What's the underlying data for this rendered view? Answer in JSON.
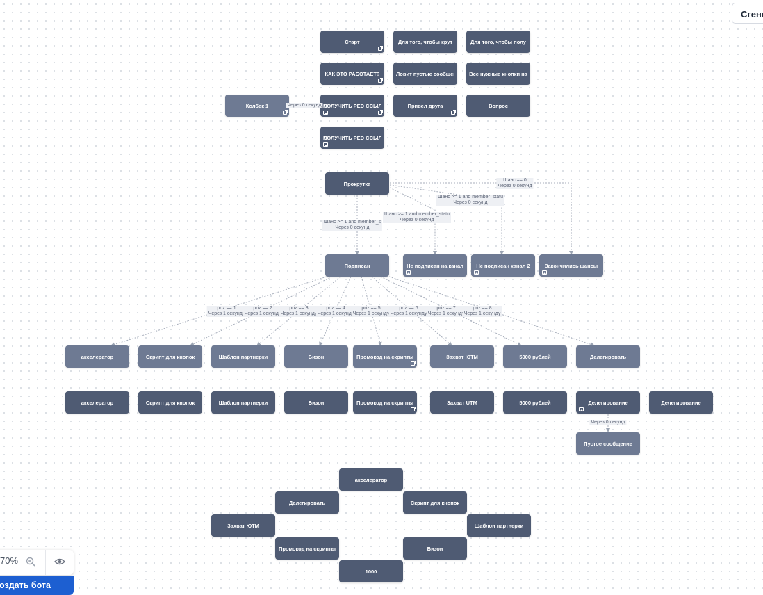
{
  "header": {
    "generate_label": "Сгенерировать"
  },
  "zoom": {
    "value": "70%"
  },
  "bottom": {
    "bot_button_label": "Создать бота"
  },
  "nodes": [
    {
      "id": "start",
      "label": "Старт",
      "icons": [
        "ext"
      ],
      "shade": "dark"
    },
    {
      "id": "krut",
      "label": "Для того, чтобы крут",
      "icons": [],
      "shade": "dark"
    },
    {
      "id": "polu",
      "label": "Для того, чтобы полу",
      "icons": [],
      "shade": "dark"
    },
    {
      "id": "kak",
      "label": "КАК ЭТО РАБОТАЕТ?",
      "icons": [
        "ext"
      ],
      "shade": "dark"
    },
    {
      "id": "lovit",
      "label": "Ловит пустые сообщен",
      "icons": [],
      "shade": "dark"
    },
    {
      "id": "vse",
      "label": "Все нужные кнопки на",
      "icons": [],
      "shade": "dark"
    },
    {
      "id": "kolbek",
      "label": "Колбек 1",
      "icons": [
        "ext"
      ],
      "shade": "light"
    },
    {
      "id": "pdf1",
      "label": "ПОЛУЧИТЬ PED ССЫЛ",
      "icons": [
        "ext",
        "pic",
        "gear"
      ],
      "shade": "dark"
    },
    {
      "id": "privel",
      "label": "Привел друга",
      "icons": [
        "ext"
      ],
      "shade": "dark"
    },
    {
      "id": "vopros",
      "label": "Вопрос",
      "icons": [],
      "shade": "dark"
    },
    {
      "id": "pdf2",
      "label": "ПОЛУЧИТЬ PED ССЫЛ",
      "icons": [
        "pic",
        "gear"
      ],
      "shade": "dark"
    },
    {
      "id": "prokrutka",
      "label": "Прокрутка",
      "icons": [],
      "shade": "dark"
    },
    {
      "id": "podpisan",
      "label": "Подписан",
      "icons": [],
      "shade": "light"
    },
    {
      "id": "ne1",
      "label": "Не подписан на канал",
      "icons": [
        "pic"
      ],
      "shade": "light"
    },
    {
      "id": "ne2",
      "label": "Не подписан канал 2",
      "icons": [
        "pic"
      ],
      "shade": "light"
    },
    {
      "id": "zakon",
      "label": "Закончились шансы",
      "icons": [
        "pic"
      ],
      "shade": "light"
    },
    {
      "id": "r1",
      "label": "акселератор",
      "icons": [],
      "shade": "light"
    },
    {
      "id": "r2",
      "label": "Скрипт для кнопок",
      "icons": [],
      "shade": "light"
    },
    {
      "id": "r3",
      "label": "Шаблон партнерки",
      "icons": [],
      "shade": "light"
    },
    {
      "id": "r4",
      "label": "Бизон",
      "icons": [],
      "shade": "light"
    },
    {
      "id": "r5",
      "label": "Промокод на скрипты",
      "icons": [
        "ext"
      ],
      "shade": "light"
    },
    {
      "id": "r6",
      "label": "Захват ЮТМ",
      "icons": [],
      "shade": "light"
    },
    {
      "id": "r7",
      "label": "5000 рублей",
      "icons": [],
      "shade": "light"
    },
    {
      "id": "r8",
      "label": "Делегировать",
      "icons": [],
      "shade": "light"
    },
    {
      "id": "s1",
      "label": "акселератор",
      "icons": [],
      "shade": "dark"
    },
    {
      "id": "s2",
      "label": "Скрипт для кнопок",
      "icons": [],
      "shade": "dark"
    },
    {
      "id": "s3",
      "label": "Шаблон партнерки",
      "icons": [],
      "shade": "dark"
    },
    {
      "id": "s4",
      "label": "Бизон",
      "icons": [],
      "shade": "dark"
    },
    {
      "id": "s5",
      "label": "Промокод на скрипты",
      "icons": [
        "ext"
      ],
      "shade": "dark"
    },
    {
      "id": "s6",
      "label": "Захват UTM",
      "icons": [],
      "shade": "dark"
    },
    {
      "id": "s7",
      "label": "5000 рублей",
      "icons": [],
      "shade": "dark"
    },
    {
      "id": "s8",
      "label": "Делегирование",
      "icons": [
        "pic"
      ],
      "shade": "dark"
    },
    {
      "id": "s9",
      "label": "Делегирование",
      "icons": [],
      "shade": "dark"
    },
    {
      "id": "pustoe",
      "label": "Пустое сообщение",
      "icons": [],
      "shade": "light"
    },
    {
      "id": "c1",
      "label": "акселератор",
      "icons": [],
      "shade": "dark"
    },
    {
      "id": "c2",
      "label": "Делегировать",
      "icons": [],
      "shade": "dark"
    },
    {
      "id": "c3",
      "label": "Скрипт для кнопок",
      "icons": [],
      "shade": "dark"
    },
    {
      "id": "c4",
      "label": "Захват ЮТМ",
      "icons": [],
      "shade": "dark"
    },
    {
      "id": "c5",
      "label": "Шаблон партнерки",
      "icons": [],
      "shade": "dark"
    },
    {
      "id": "c6",
      "label": "Промокод на скрипты",
      "icons": [],
      "shade": "dark"
    },
    {
      "id": "c7",
      "label": "Бизон",
      "icons": [],
      "shade": "dark"
    },
    {
      "id": "c8",
      "label": "1000",
      "icons": [],
      "shade": "dark"
    }
  ],
  "edge_labels": [
    {
      "id": "e-kolbek",
      "text": "Через 0 секунд"
    },
    {
      "id": "e-podpisan",
      "text": "Шанс >= 1 and member_s\nЧерез 0 секунд"
    },
    {
      "id": "e-ne1",
      "text": "Шанс >= 1 and member_statu\nЧерез 0 секунд"
    },
    {
      "id": "e-ne2",
      "text": "Шанс >= 1 and member_statu\nЧерез 0 секунд"
    },
    {
      "id": "e-zakon",
      "text": "Шанс == 0\nЧерез 0 секунд"
    },
    {
      "id": "e-p1",
      "text": "priz == 1\nЧерез 1 секунду"
    },
    {
      "id": "e-p2",
      "text": "priz == 2\nЧерез 1 секунду"
    },
    {
      "id": "e-p3",
      "text": "priz == 3\nЧерез 1 секунду"
    },
    {
      "id": "e-p4",
      "text": "priz == 4\nЧерез 1 секунду"
    },
    {
      "id": "e-p5",
      "text": "priz == 5\nЧерез 1 секунду"
    },
    {
      "id": "e-p6",
      "text": "priz == 6\nЧерез 1 секунду"
    },
    {
      "id": "e-p7",
      "text": "priz == 7\nЧерез 1 секунду"
    },
    {
      "id": "e-p8",
      "text": "priz == 8\nЧерез 1 секунду"
    },
    {
      "id": "e-pustoe",
      "text": "Через 0 секунд"
    }
  ]
}
